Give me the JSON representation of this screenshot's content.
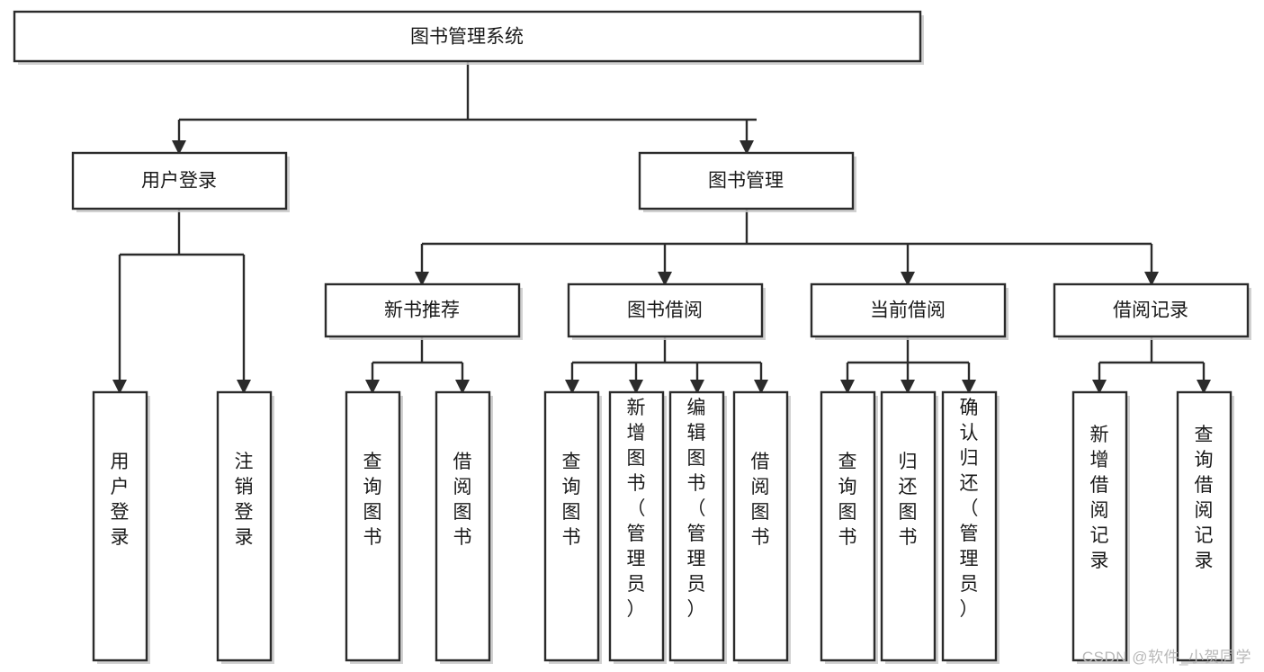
{
  "diagram": {
    "type": "tree-hierarchy-flowchart",
    "title": "图书管理系统",
    "orientation": "top-down",
    "watermark": "CSDN @软件_小贺同学",
    "colors": {
      "box_fill": "#ffffff",
      "box_stroke": "#2b2b2b",
      "connector": "#2b2b2b",
      "text": "#1a1a1a",
      "watermark": "#b8b8b8"
    },
    "levels": {
      "root": "图书管理系统",
      "level2": [
        "用户登录",
        "图书管理"
      ],
      "level3": [
        "新书推荐",
        "图书借阅",
        "当前借阅",
        "借阅记录"
      ]
    },
    "nodes": {
      "root": {
        "id": "root",
        "label": "图书管理系统",
        "level": 1,
        "orientation": "horizontal"
      },
      "user_login": {
        "id": "user_login",
        "label": "用户登录",
        "level": 2,
        "orientation": "horizontal"
      },
      "book_manage": {
        "id": "book_manage",
        "label": "图书管理",
        "level": 2,
        "orientation": "horizontal"
      },
      "new_book_rec": {
        "id": "new_book_rec",
        "label": "新书推荐",
        "level": 3,
        "orientation": "horizontal"
      },
      "book_borrow": {
        "id": "book_borrow",
        "label": "图书借阅",
        "level": 3,
        "orientation": "horizontal"
      },
      "current_borrow": {
        "id": "current_borrow",
        "label": "当前借阅",
        "level": 3,
        "orientation": "horizontal"
      },
      "borrow_record": {
        "id": "borrow_record",
        "label": "借阅记录",
        "level": 3,
        "orientation": "horizontal"
      },
      "leaf_user_login": {
        "id": "leaf_user_login",
        "label": "用户登录",
        "level": 4,
        "orientation": "vertical",
        "parent": "用户登录"
      },
      "leaf_logout": {
        "id": "leaf_logout",
        "label": "注销登录",
        "level": 4,
        "orientation": "vertical",
        "parent": "用户登录"
      },
      "leaf_query_book_1": {
        "id": "leaf_query_book_1",
        "label": "查询图书",
        "level": 4,
        "orientation": "vertical",
        "parent": "新书推荐"
      },
      "leaf_borrow_book_1": {
        "id": "leaf_borrow_book_1",
        "label": "借阅图书",
        "level": 4,
        "orientation": "vertical",
        "parent": "新书推荐"
      },
      "leaf_query_book_2": {
        "id": "leaf_query_book_2",
        "label": "查询图书",
        "level": 4,
        "orientation": "vertical",
        "parent": "图书借阅"
      },
      "leaf_add_book": {
        "id": "leaf_add_book",
        "label": "新增图书（管理员）",
        "level": 4,
        "orientation": "vertical",
        "parent": "图书借阅"
      },
      "leaf_edit_book": {
        "id": "leaf_edit_book",
        "label": "编辑图书（管理员）",
        "level": 4,
        "orientation": "vertical",
        "parent": "图书借阅"
      },
      "leaf_borrow_book_2": {
        "id": "leaf_borrow_book_2",
        "label": "借阅图书",
        "level": 4,
        "orientation": "vertical",
        "parent": "图书借阅"
      },
      "leaf_query_book_3": {
        "id": "leaf_query_book_3",
        "label": "查询图书",
        "level": 4,
        "orientation": "vertical",
        "parent": "当前借阅"
      },
      "leaf_return_book": {
        "id": "leaf_return_book",
        "label": "归还图书",
        "level": 4,
        "orientation": "vertical",
        "parent": "当前借阅"
      },
      "leaf_confirm_return": {
        "id": "leaf_confirm_return",
        "label": "确认归还（管理员）",
        "level": 4,
        "orientation": "vertical",
        "parent": "当前借阅"
      },
      "leaf_add_record": {
        "id": "leaf_add_record",
        "label": "新增借阅记录",
        "level": 4,
        "orientation": "vertical",
        "parent": "借阅记录"
      },
      "leaf_query_record": {
        "id": "leaf_query_record",
        "label": "查询借阅记录",
        "level": 4,
        "orientation": "vertical",
        "parent": "借阅记录"
      }
    },
    "edges": [
      {
        "from": "图书管理系统",
        "to": "用户登录"
      },
      {
        "from": "图书管理系统",
        "to": "图书管理"
      },
      {
        "from": "用户登录",
        "to": "用户登录(叶)"
      },
      {
        "from": "用户登录",
        "to": "注销登录"
      },
      {
        "from": "图书管理",
        "to": "新书推荐"
      },
      {
        "from": "图书管理",
        "to": "图书借阅"
      },
      {
        "from": "图书管理",
        "to": "当前借阅"
      },
      {
        "from": "图书管理",
        "to": "借阅记录"
      },
      {
        "from": "新书推荐",
        "to": "查询图书"
      },
      {
        "from": "新书推荐",
        "to": "借阅图书"
      },
      {
        "from": "图书借阅",
        "to": "查询图书"
      },
      {
        "from": "图书借阅",
        "to": "新增图书（管理员）"
      },
      {
        "from": "图书借阅",
        "to": "编辑图书（管理员）"
      },
      {
        "from": "图书借阅",
        "to": "借阅图书"
      },
      {
        "from": "当前借阅",
        "to": "查询图书"
      },
      {
        "from": "当前借阅",
        "to": "归还图书"
      },
      {
        "from": "当前借阅",
        "to": "确认归还（管理员）"
      },
      {
        "from": "借阅记录",
        "to": "新增借阅记录"
      },
      {
        "from": "借阅记录",
        "to": "查询借阅记录"
      }
    ]
  }
}
